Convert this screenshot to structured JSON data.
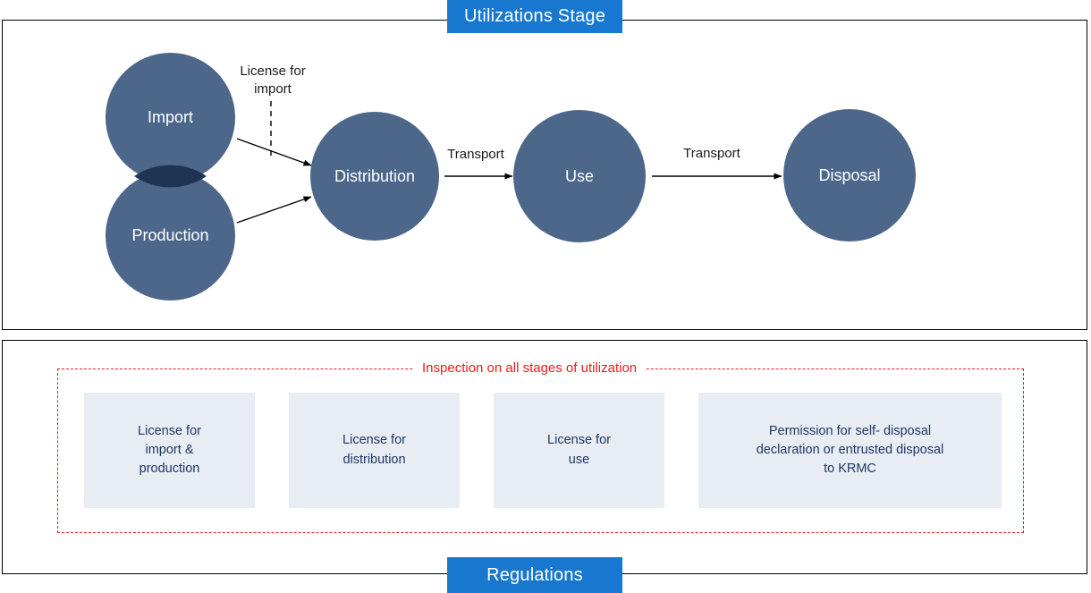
{
  "banners": {
    "top": "Utilizations Stage",
    "bottom": "Regulations"
  },
  "flow": {
    "nodes": [
      {
        "id": "import",
        "label": "Import"
      },
      {
        "id": "production",
        "label": "Production"
      },
      {
        "id": "distribution",
        "label": "Distribution"
      },
      {
        "id": "use",
        "label": "Use"
      },
      {
        "id": "disposal",
        "label": "Disposal"
      }
    ],
    "edge_labels": {
      "license_for_import": "License for\nimport",
      "transport_1": "Transport",
      "transport_2": "Transport"
    }
  },
  "regulations": {
    "inspection_label": "Inspection on all stages of utilization",
    "boxes": [
      {
        "id": "license-import-production",
        "text": "License for\nimport &\nproduction"
      },
      {
        "id": "license-distribution",
        "text": "License for\ndistribution"
      },
      {
        "id": "license-use",
        "text": "License for\nuse"
      },
      {
        "id": "permission-disposal",
        "text": "Permission for self- disposal\ndeclaration or entrusted disposal\nto KRMC"
      }
    ]
  },
  "colors": {
    "banner_blue": "#1878d0",
    "node_fill": "#4d678a",
    "node_overlap": "#1f3353",
    "box_fill": "#e8ecf3",
    "box_text": "#1f3864",
    "inspection_red": "#ea1b26",
    "panel_border": "#000000"
  }
}
